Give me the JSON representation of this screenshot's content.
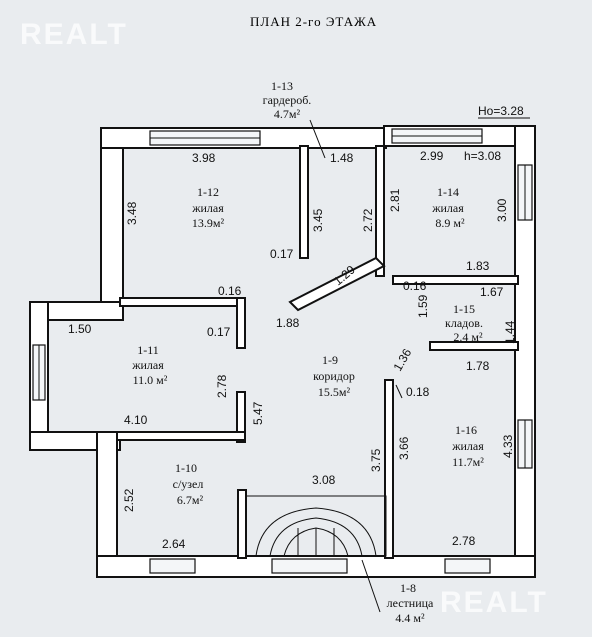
{
  "title": "ПЛАН 2-го ЭТАЖА",
  "watermark": "REALT",
  "height_note": "Hо=3.28",
  "ceiling_note": "h=3.08",
  "rooms": [
    {
      "id": "1-13",
      "name": "гардероб.",
      "area": "4.7м²"
    },
    {
      "id": "1-12",
      "name": "жилая",
      "area": "13.9м²"
    },
    {
      "id": "1-14",
      "name": "жилая",
      "area": "8.9 м²"
    },
    {
      "id": "1-15",
      "name": "кладов.",
      "area": "2.4 м²"
    },
    {
      "id": "1-11",
      "name": "жилая",
      "area": "11.0 м²"
    },
    {
      "id": "1-9",
      "name": "коридор",
      "area": "15.5м²"
    },
    {
      "id": "1-16",
      "name": "жилая",
      "area": "11.7м²"
    },
    {
      "id": "1-10",
      "name": "с/узел",
      "area": "6.7м²"
    },
    {
      "id": "1-8",
      "name": "лестница",
      "area": "4.4 м²"
    }
  ],
  "dimensions": [
    "3.98",
    "1.48",
    "2.99",
    "3.48",
    "3.45",
    "2.72",
    "2.81",
    "3.00",
    "0.17",
    "1.29",
    "0.16",
    "1.83",
    "1.59",
    "1.67",
    "1.44",
    "0.16",
    "1.50",
    "0.17",
    "1.88",
    "1.36",
    "1.78",
    "2.78",
    "0.18",
    "4.10",
    "5.47",
    "3.66",
    "4.33",
    "3.75",
    "3.08",
    "2.52",
    "2.64",
    "2.78"
  ]
}
